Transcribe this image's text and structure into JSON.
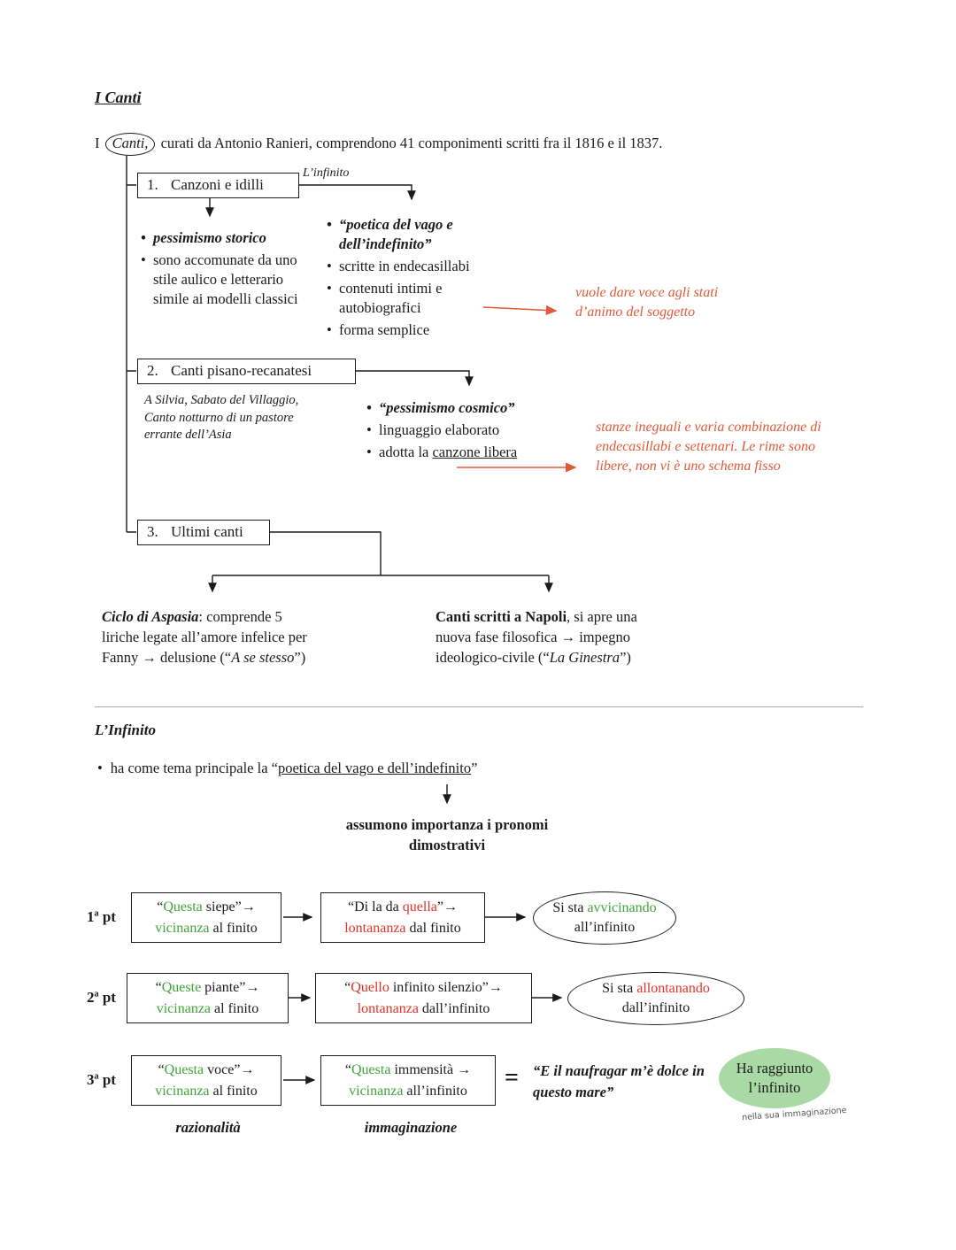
{
  "colors": {
    "ink": "#1b1b1b",
    "orange": "#e05a38",
    "green": "#3fa53a",
    "red": "#e03428",
    "green-fill": "#a9d9a4"
  },
  "header": {
    "title": "I Canti",
    "intro_pre": "I ",
    "intro_circled": "Canti,",
    "intro_rest": " curati da Antonio Ranieri, comprendono 41 componimenti scritti fra il 1816 e il 1837."
  },
  "tree": {
    "box1": {
      "num": "1.",
      "label": "Canzoni e idilli",
      "arrow_label": "L’infinito"
    },
    "box1_left": {
      "item1": "pessimismo storico",
      "item2": "sono accomunate da uno stile aulico e letterario simile ai modelli classici"
    },
    "box1_right": {
      "item1": "“poetica del vago e dell’indefinito”",
      "item2": "scritte in endecasillabi",
      "item3": "contenuti intimi e autobiografici",
      "item4": "forma semplice"
    },
    "note1": "vuole dare voce agli stati d’animo del soggetto",
    "box2": {
      "num": "2.",
      "label": "Canti pisano-recanatesi"
    },
    "box2_works": "A Silvia, Sabato del Villaggio, Canto notturno di un pastore errante dell’Asia",
    "box2_right": {
      "item1": "“pessimismo cosmico”",
      "item2": "linguaggio elaborato",
      "item3_pre": "adotta la ",
      "item3_underlined": "canzone libera"
    },
    "note2": "stanze ineguali e varia combinazione di endecasillabi e settenari. Le rime sono libere, non vi è uno schema fisso",
    "box3": {
      "num": "3.",
      "label": "Ultimi canti"
    },
    "aspasia": {
      "bold": "Ciclo di Aspasia",
      "text1": ": comprende 5 liriche legate all’amore infelice per Fanny → delusione (“",
      "italic": "A se stesso",
      "text2": "”)"
    },
    "napoli": {
      "bold": "Canti scritti a Napoli",
      "text1": ", si apre una nuova fase filosofica → impegno ideologico-civile (“",
      "italic": "La Ginestra",
      "text2": "”)"
    }
  },
  "infinito": {
    "heading": "L’Infinito",
    "bullet_dot": "•",
    "bullet_pre": "ha come tema principale la “",
    "bullet_underlined": "poetica del vago e dell’indefinito",
    "bullet_post": "”",
    "center_bold": "assumono importanza i pronomi dimostrativi",
    "row1": {
      "label": "1ª pt",
      "box1": {
        "pre": "“",
        "kw": "Questa",
        "rest": " siepe”→",
        "kw2": "vicinanza",
        "rest2": " al finito"
      },
      "box2": {
        "pre": "“Di la da ",
        "kw": "quella",
        "rest": "”→",
        "kw2": "lontananza",
        "rest2": " dal finito"
      },
      "oval": {
        "pre": "Si sta ",
        "kw": "avvicinando",
        "line2": "all’infinito"
      }
    },
    "row2": {
      "label": "2ª pt",
      "box1": {
        "pre": "“",
        "kw": "Queste",
        "rest": " piante”→",
        "kw2": "vicinanza",
        "rest2": " al finito"
      },
      "box2": {
        "pre": "“",
        "kw": "Quello",
        "rest": " infinito silenzio”→",
        "kw2": "lontananza",
        "rest2": " dall’infinito"
      },
      "oval": {
        "pre": "Si sta ",
        "kw": "allontanando",
        "line2": "dall’infinito"
      }
    },
    "row3": {
      "label": "3ª pt",
      "box1": {
        "pre": "“",
        "kw": "Questa",
        "rest": " voce”→",
        "kw2": "vicinanza",
        "rest2": " al finito"
      },
      "box2": {
        "pre": "“",
        "kw": "Questa",
        "rest": " immensità →",
        "kw2": "vicinanza",
        "rest2": " all’infinito"
      },
      "equals": "=",
      "quote": "“E il naufragar m’è dolce in questo mare”",
      "result": "Ha raggiunto l’infinito",
      "handwritten": "nella sua immaginazione"
    },
    "footer_left": "razionalità",
    "footer_right": "immaginazione"
  }
}
